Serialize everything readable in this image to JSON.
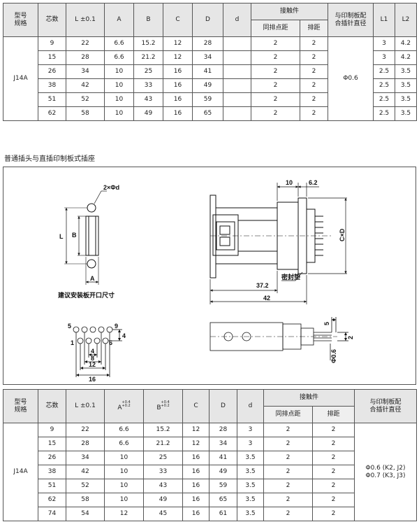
{
  "table1": {
    "headers": {
      "model": "型号\n规格",
      "cores": "芯数",
      "L": "L ±0.1",
      "A": "A",
      "B": "B",
      "C": "C",
      "D": "D",
      "d": "d",
      "contacts": "接触件",
      "same_row_pitch": "同排点距",
      "row_pitch": "排距",
      "pcb_pin": "与印制板配\n合插针直径",
      "L1": "L1",
      "L2": "L2"
    },
    "model": "J14A",
    "pin_diameter": "Φ0.6",
    "rows": [
      {
        "cores": "9",
        "L": "22",
        "A": "6.6",
        "B": "15.2",
        "C": "12",
        "D": "28",
        "d": "",
        "p1": "2",
        "p2": "2",
        "L1": "3",
        "L2": "4.2"
      },
      {
        "cores": "15",
        "L": "28",
        "A": "6.6",
        "B": "21.2",
        "C": "12",
        "D": "34",
        "d": "",
        "p1": "2",
        "p2": "2",
        "L1": "3",
        "L2": "4.2"
      },
      {
        "cores": "26",
        "L": "34",
        "A": "10",
        "B": "25",
        "C": "16",
        "D": "41",
        "d": "",
        "p1": "2",
        "p2": "2",
        "L1": "2.5",
        "L2": "3.5"
      },
      {
        "cores": "38",
        "L": "42",
        "A": "10",
        "B": "33",
        "C": "16",
        "D": "49",
        "d": "",
        "p1": "2",
        "p2": "2",
        "L1": "2.5",
        "L2": "3.5"
      },
      {
        "cores": "51",
        "L": "52",
        "A": "10",
        "B": "43",
        "C": "16",
        "D": "59",
        "d": "",
        "p1": "2",
        "p2": "2",
        "L1": "2.5",
        "L2": "3.5"
      },
      {
        "cores": "62",
        "L": "58",
        "A": "10",
        "B": "49",
        "C": "16",
        "D": "65",
        "d": "",
        "p1": "2",
        "p2": "2",
        "L1": "2.5",
        "L2": "3.5"
      }
    ]
  },
  "section_title": "普通插头与直插印制板式插座",
  "drawing": {
    "hole_label": "2×Φd",
    "L": "L",
    "B": "B",
    "A": "A",
    "cutout_caption": "建议安装板开口尺寸",
    "dim_10": "10",
    "dim_6_2": "6.2",
    "dim_CxD": "C×D",
    "dim_37_2": "37.2",
    "seal_label": "密封垫",
    "dim_42": "42",
    "pin5": "5",
    "pin9": "9",
    "pin1": "1",
    "pin6": "6",
    "dim_4_side": "4",
    "dim_4": "4",
    "dim_8": "8",
    "dim_12": "12",
    "dim_16": "16",
    "dim_5": "5",
    "dim_2": "2",
    "dim_phi06": "Φ0.6"
  },
  "table2": {
    "headers": {
      "model": "型号\n规格",
      "cores": "芯数",
      "L": "L ±0.1",
      "A": "A",
      "A_tol_upper": "+0.4",
      "A_tol_lower": "+0.2",
      "B": "B",
      "B_tol_upper": "+0.4",
      "B_tol_lower": "+0.2",
      "C": "C",
      "D": "D",
      "d": "d",
      "contacts": "接触件",
      "same_row_pitch": "同排点距",
      "row_pitch": "排距",
      "pcb_pin": "与印制板配\n合插针直径"
    },
    "model": "J14A",
    "pin_diameter_1": "Φ0.6 (K2, J2)",
    "pin_diameter_2": "Φ0.7 (K3, J3)",
    "rows": [
      {
        "cores": "9",
        "L": "22",
        "A": "6.6",
        "B": "15.2",
        "C": "12",
        "D": "28",
        "d": "3",
        "p1": "2",
        "p2": "2"
      },
      {
        "cores": "15",
        "L": "28",
        "A": "6.6",
        "B": "21.2",
        "C": "12",
        "D": "34",
        "d": "3",
        "p1": "2",
        "p2": "2"
      },
      {
        "cores": "26",
        "L": "34",
        "A": "10",
        "B": "25",
        "C": "16",
        "D": "41",
        "d": "3.5",
        "p1": "2",
        "p2": "2"
      },
      {
        "cores": "38",
        "L": "42",
        "A": "10",
        "B": "33",
        "C": "16",
        "D": "49",
        "d": "3.5",
        "p1": "2",
        "p2": "2"
      },
      {
        "cores": "51",
        "L": "52",
        "A": "10",
        "B": "43",
        "C": "16",
        "D": "59",
        "d": "3.5",
        "p1": "2",
        "p2": "2"
      },
      {
        "cores": "62",
        "L": "58",
        "A": "10",
        "B": "49",
        "C": "16",
        "D": "65",
        "d": "3.5",
        "p1": "2",
        "p2": "2"
      },
      {
        "cores": "74",
        "L": "54",
        "A": "12",
        "B": "45",
        "C": "16",
        "D": "61",
        "d": "3.5",
        "p1": "2",
        "p2": "2"
      }
    ]
  }
}
